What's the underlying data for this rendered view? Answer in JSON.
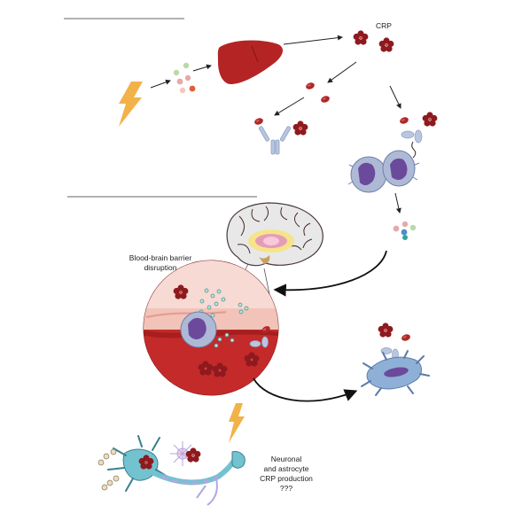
{
  "labels": {
    "crp": "CRP",
    "bbb_line1": "Blood-brain barrier",
    "bbb_line2": "disruption",
    "neur_line1": "Neuronal",
    "neur_line2": "and astrocyte",
    "neur_line3": "CRP production",
    "neur_line4": "???"
  },
  "colors": {
    "liver": "#b52424",
    "crp_pentamer": "#8e1a1e",
    "mono_crp": "#a52323",
    "immune_cell": "#aeb9d6",
    "nucleus": "#6b4a9c",
    "lightning": "#f2b24a",
    "vessel": "#c42a2a",
    "astrocyte": "#8fb0d6"
  },
  "icons": [
    "lightning-icon",
    "liver-icon",
    "antibody-icon",
    "brain-icon",
    "vessel-icon",
    "neuron-icon",
    "astrocyte-icon",
    "immune-cell-icon"
  ]
}
